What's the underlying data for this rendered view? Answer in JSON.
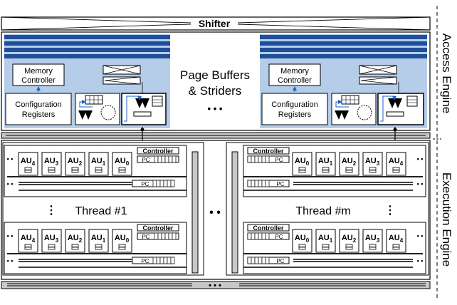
{
  "shifter": {
    "label": "Shifter"
  },
  "access_engine": {
    "label": "Access Engine",
    "center_label_line1": "Page Buffers",
    "center_label_line2": "& Striders",
    "ellipsis": "• • •",
    "memory_controller_line1": "Memory",
    "memory_controller_line2": "Controller",
    "config_registers_line1": "Configuration",
    "config_registers_line2": "Registers"
  },
  "execution_engine": {
    "label": "Execution Engine",
    "thread_left_label": "Thread #1",
    "thread_right_label": "Thread #m",
    "controller_label": "Controller",
    "pc_label": "PC",
    "au_main": "AU",
    "left_au_subs": [
      "4",
      "3",
      "2",
      "1",
      "0"
    ],
    "right_au_subs": [
      "0",
      "1",
      "2",
      "3",
      "4"
    ]
  },
  "colors": {
    "blue_bg": "#b5cde8",
    "blue_dark": "#1f4e9a",
    "blue_arrow": "#1a5fd0",
    "gray": "#c8c8c8"
  }
}
